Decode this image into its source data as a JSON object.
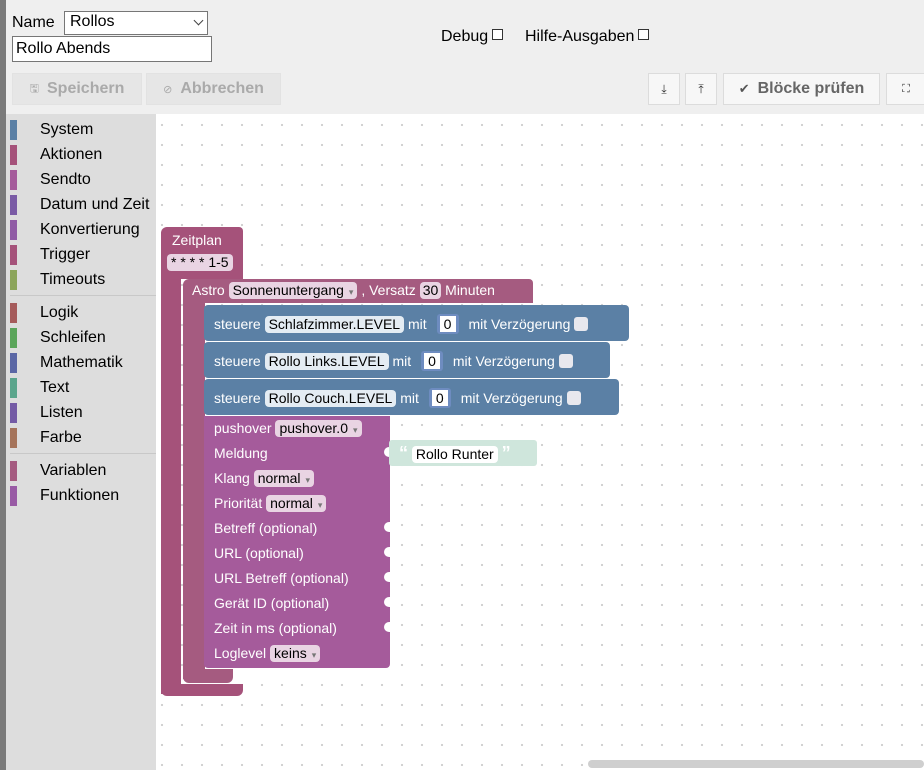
{
  "header": {
    "name_label": "Name",
    "folder_value": "Rollos",
    "script_name": "Rollo Abends",
    "debug_label": "Debug",
    "help_label": "Hilfe-Ausgaben",
    "save_label": "Speichern",
    "cancel_label": "Abbrechen",
    "check_label": "Blöcke prüfen"
  },
  "toolbox": {
    "group1": [
      {
        "label": "System",
        "color": "#5b80a5"
      },
      {
        "label": "Aktionen",
        "color": "#a5527a"
      },
      {
        "label": "Sendto",
        "color": "#a55b9b"
      },
      {
        "label": "Datum und Zeit",
        "color": "#7a5ba5"
      },
      {
        "label": "Konvertierung",
        "color": "#905ba5"
      },
      {
        "label": "Trigger",
        "color": "#a5527a"
      },
      {
        "label": "Timeouts",
        "color": "#8ca55b"
      }
    ],
    "group2": [
      {
        "label": "Logik",
        "color": "#a55b5b"
      },
      {
        "label": "Schleifen",
        "color": "#5ba55b"
      },
      {
        "label": "Mathematik",
        "color": "#5b67a5"
      },
      {
        "label": "Text",
        "color": "#5ba58c"
      },
      {
        "label": "Listen",
        "color": "#745ba5"
      },
      {
        "label": "Farbe",
        "color": "#a5745b"
      }
    ],
    "group3": [
      {
        "label": "Variablen",
        "color": "#a55b80"
      },
      {
        "label": "Funktionen",
        "color": "#995ba5"
      }
    ]
  },
  "blocks": {
    "schedule": {
      "title": "Zeitplan",
      "cron": "* * * * 1-5"
    },
    "astro": {
      "label": "Astro",
      "event": "Sonnenuntergang",
      "offset_label": ", Versatz",
      "offset_value": "30",
      "unit": "Minuten"
    },
    "controls": [
      {
        "prefix": "steuere",
        "target": "Schlafzimmer.LEVEL",
        "mit": "mit",
        "value": "0",
        "delay_label": "mit Verzögerung"
      },
      {
        "prefix": "steuere",
        "target": "Rollo Links.LEVEL",
        "mit": "mit",
        "value": "0",
        "delay_label": "mit Verzögerung"
      },
      {
        "prefix": "steuere",
        "target": "Rollo Couch.LEVEL",
        "mit": "mit",
        "value": "0",
        "delay_label": "mit Verzögerung"
      }
    ],
    "pushover": {
      "label": "pushover",
      "instance": "pushover.0",
      "message_label": "Meldung",
      "message_value": "Rollo Runter",
      "sound_label": "Klang",
      "sound_value": "normal",
      "priority_label": "Priorität",
      "priority_value": "normal",
      "subject_label": "Betreff (optional)",
      "url_label": "URL (optional)",
      "url_title_label": "URL Betreff (optional)",
      "device_label": "Gerät ID (optional)",
      "time_label": "Zeit in ms (optional)",
      "loglevel_label": "Loglevel",
      "loglevel_value": "keins"
    },
    "quote_open": "“",
    "quote_close": "”"
  },
  "colors": {
    "trigger_block": "#a5527a",
    "astro_block": "#a55b80",
    "control_block": "#5b80a5",
    "sendto_block": "#a55b9b",
    "text_block": "#5ba58c"
  }
}
